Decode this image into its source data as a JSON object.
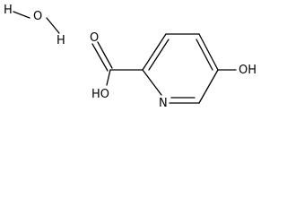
{
  "water": {
    "h1": "H",
    "o": "O",
    "h2": "H"
  },
  "acid": {
    "carbonyl_o": "O",
    "hydroxyl": "HO"
  },
  "ring": {
    "nitrogen": "N"
  },
  "substituent": {
    "hydroxyl": "OH"
  },
  "colors": {
    "ink": "#000000",
    "background": "#ffffff"
  }
}
